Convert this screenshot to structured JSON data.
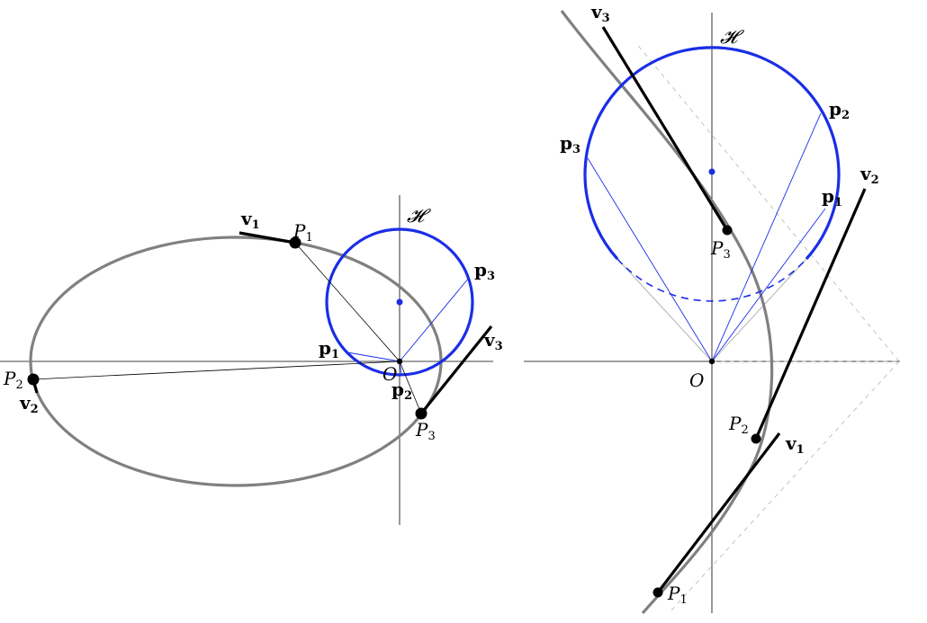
{
  "colors": {
    "conic": "#808080",
    "circle": "#1a2ee6",
    "axis": "#000000",
    "guide": "#b4b4b4"
  },
  "left": {
    "hodograph_label": "𝓗",
    "origin_label": "O",
    "points": [
      {
        "name": "P",
        "sub": "1"
      },
      {
        "name": "P",
        "sub": "2"
      },
      {
        "name": "P",
        "sub": "3"
      }
    ],
    "velocities": [
      {
        "name": "v",
        "sub": "1"
      },
      {
        "name": "v",
        "sub": "2"
      },
      {
        "name": "v",
        "sub": "3"
      }
    ],
    "hodograph_points": [
      {
        "name": "p",
        "sub": "1"
      },
      {
        "name": "p",
        "sub": "2"
      },
      {
        "name": "p",
        "sub": "3"
      }
    ]
  },
  "right": {
    "hodograph_label": "𝓗",
    "origin_label": "O",
    "points": [
      {
        "name": "P",
        "sub": "1"
      },
      {
        "name": "P",
        "sub": "2"
      },
      {
        "name": "P",
        "sub": "3"
      }
    ],
    "velocities": [
      {
        "name": "v",
        "sub": "1"
      },
      {
        "name": "v",
        "sub": "2"
      },
      {
        "name": "v",
        "sub": "3"
      }
    ],
    "hodograph_points": [
      {
        "name": "p",
        "sub": "1"
      },
      {
        "name": "p",
        "sub": "2"
      },
      {
        "name": "p",
        "sub": "3"
      }
    ]
  }
}
